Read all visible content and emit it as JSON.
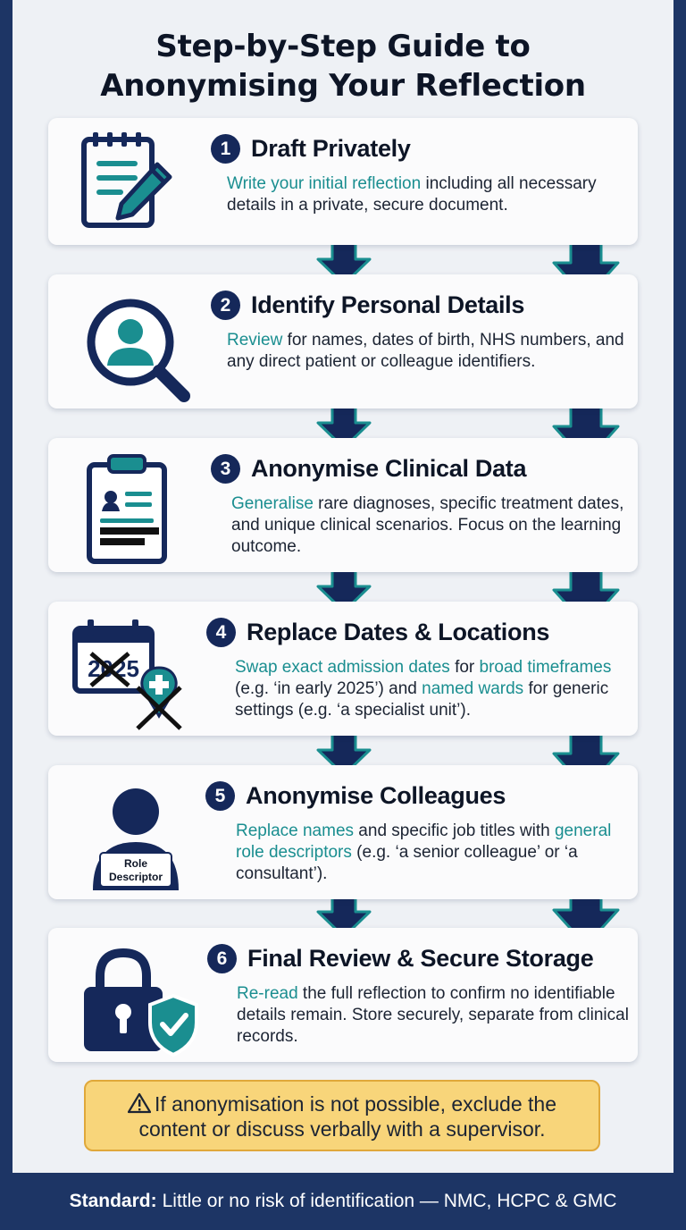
{
  "title": {
    "line1": "Step-by-Step Guide to",
    "line2": "Anonymising Your Reflection"
  },
  "steps": [
    {
      "num": "1",
      "title": "Draft Privately",
      "icon": "notepad-pencil-icon",
      "desc": [
        {
          "t": "Write your initial reflection",
          "hl": true
        },
        {
          "t": " including all necessary details in a private, secure document."
        }
      ]
    },
    {
      "num": "2",
      "title": "Identify Personal Details",
      "icon": "magnifier-person-icon",
      "desc": [
        {
          "t": "Review",
          "hl": true
        },
        {
          "t": " for names, dates of birth, NHS numbers, and any direct patient or colleague identifiers."
        }
      ]
    },
    {
      "num": "3",
      "title": "Anonymise Clinical Data",
      "icon": "clipboard-redacted-icon",
      "desc": [
        {
          "t": "Generalise",
          "hl": true
        },
        {
          "t": " rare diagnoses, specific treatment dates, and unique clinical scenarios. Focus on the learning outcome."
        }
      ]
    },
    {
      "num": "4",
      "title": "Replace Dates & Locations",
      "icon": "calendar-location-crossed-icon",
      "icon_text": "2025",
      "desc": [
        {
          "t": "Swap exact admission dates",
          "hl": true
        },
        {
          "t": " for "
        },
        {
          "t": "broad timeframes",
          "hl": true
        },
        {
          "t": " (e.g. ‘in early 2025’) and "
        },
        {
          "t": "named wards",
          "hl": true
        },
        {
          "t": " for generic settings (e.g. ‘a specialist unit’)."
        }
      ]
    },
    {
      "num": "5",
      "title": "Anonymise Colleagues",
      "icon": "person-role-badge-icon",
      "icon_text_1": "Role",
      "icon_text_2": "Descriptor",
      "desc": [
        {
          "t": "Replace names",
          "hl": true
        },
        {
          "t": " and specific job titles with "
        },
        {
          "t": "general role descriptors",
          "hl": true
        },
        {
          "t": " (e.g. ‘a senior colleague’ or ‘a consultant’)."
        }
      ]
    },
    {
      "num": "6",
      "title": "Final Review & Secure Storage",
      "icon": "padlock-shield-check-icon",
      "desc": [
        {
          "t": "Re-read",
          "hl": true
        },
        {
          "t": " the full reflection to confirm no identifiable details remain. Store securely, separate from clinical records."
        }
      ]
    }
  ],
  "warning": {
    "icon": "warning-triangle-icon",
    "line1": "If anonymisation is not possible, exclude the",
    "line2": "content or discuss verbally with a supervisor."
  },
  "footer": {
    "label": "Standard:",
    "text": "Little or no risk of identification — NMC, HCPC & GMC"
  },
  "colors": {
    "navy": "#15285a",
    "teal": "#1a8e90",
    "warning_bg": "#f8d57a",
    "footer_bg": "#1d3565"
  }
}
